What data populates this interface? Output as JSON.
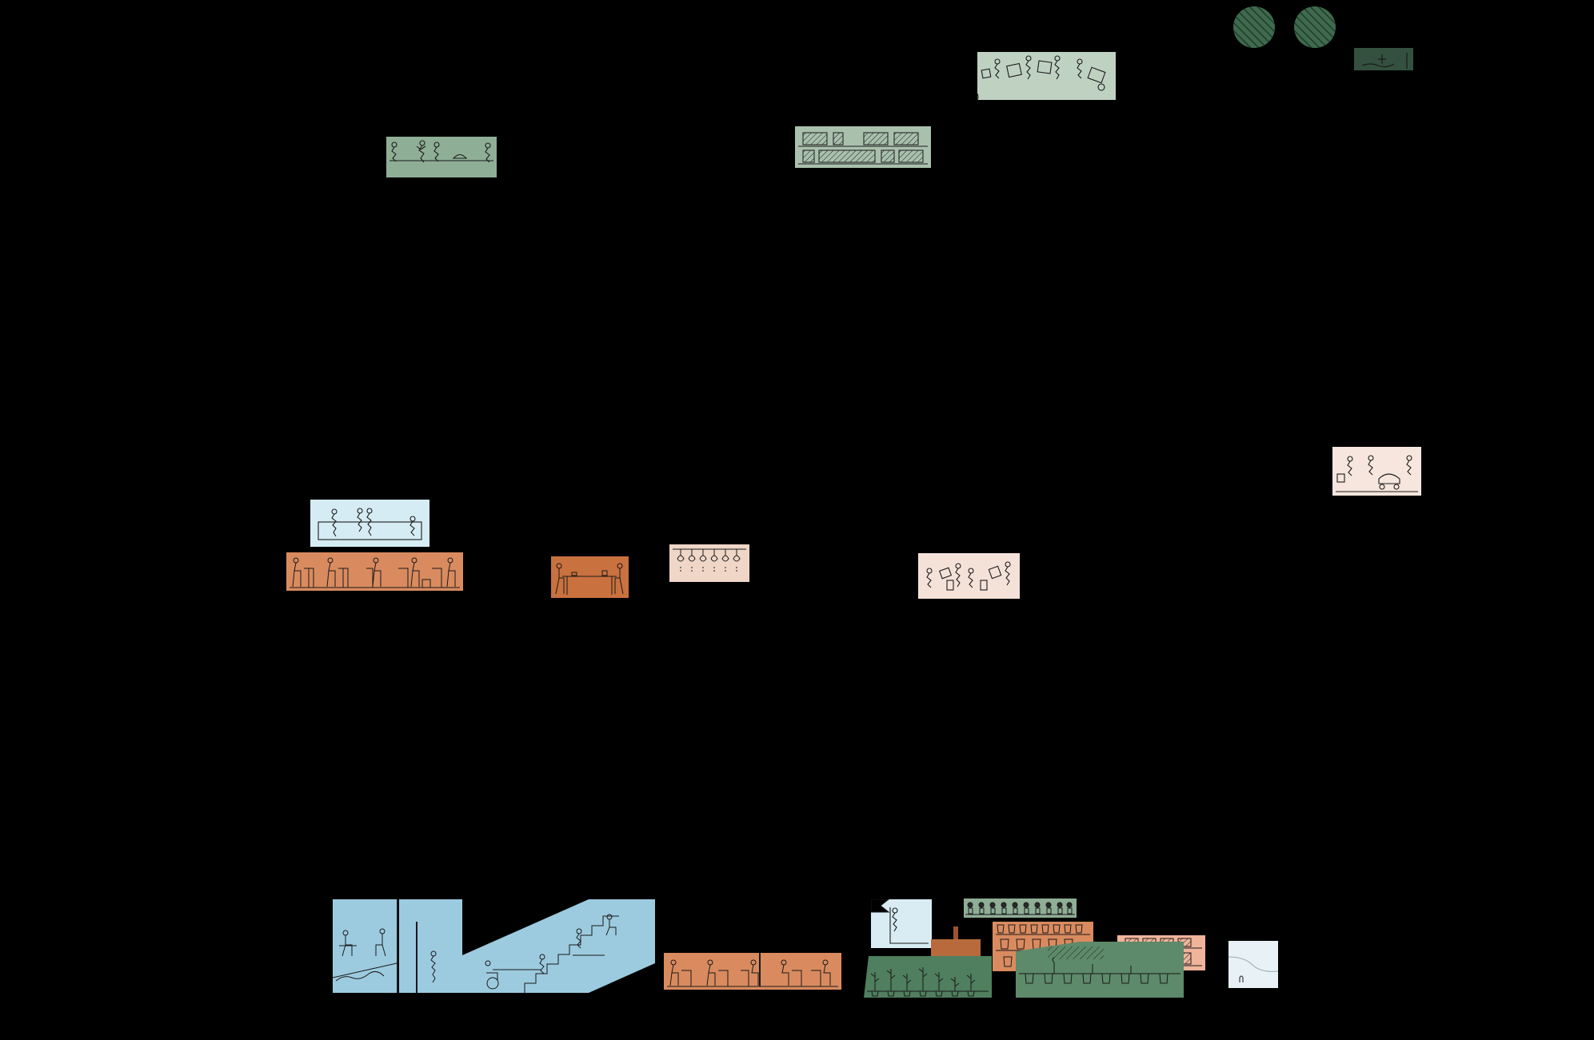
{
  "palette": {
    "background": "#000000",
    "sage": "#8fae96",
    "sage_light": "#a9c0ad",
    "deep_green": "#3f6a4d",
    "dark_green": "#34513f",
    "pale_blue": "#cfe6ef",
    "sky_blue": "#9ccbdf",
    "terracotta": "#d98b5f",
    "rust": "#c9713f",
    "peach": "#efd6c7",
    "blush": "#f6e4da",
    "ice": "#e8f2f6",
    "ink": "#1a1a1a"
  },
  "legend_icons": [
    {
      "name": "hatched-circle-icon-1",
      "color": "#3f6a4d"
    },
    {
      "name": "hatched-circle-icon-2",
      "color": "#3f6a4d"
    },
    {
      "name": "dark-swatch-icon",
      "color": "#34513f"
    }
  ],
  "vignettes": [
    {
      "name": "sage-market-vignette",
      "color": "#8fae96",
      "icons": [
        "person-figure-icon",
        "person-figure-icon",
        "person-figure-icon",
        "bowl-icon",
        "person-figure-icon"
      ]
    },
    {
      "name": "sage-shelving-vignette",
      "color": "#a9c0ad",
      "icons": [
        "hatched-crate-icon"
      ]
    },
    {
      "name": "sage-moving-boxes-vignette",
      "color": "#bfd2c2",
      "icons": [
        "box-icon",
        "person-figure-icon",
        "cart-icon"
      ]
    },
    {
      "name": "pale-blue-counter-vignette",
      "color": "#d6ecf4",
      "icons": [
        "person-figure-icon",
        "counter-icon"
      ]
    },
    {
      "name": "terracotta-classroom-vignette",
      "color": "#d98b5f",
      "icons": [
        "seated-person-icon",
        "desk-icon"
      ]
    },
    {
      "name": "rust-meeting-vignette",
      "color": "#c9713f",
      "icons": [
        "seated-person-icon",
        "table-icon",
        "cup-icon"
      ]
    },
    {
      "name": "peach-hanging-vignette",
      "color": "#efd6c7",
      "icons": [
        "hanging-lamp-icon"
      ]
    },
    {
      "name": "blush-crafting-vignette",
      "color": "#f4e2d8",
      "icons": [
        "person-figure-icon",
        "box-icon"
      ]
    },
    {
      "name": "blush-cart-vignette",
      "color": "#f6e6dd",
      "icons": [
        "person-figure-icon",
        "cart-icon"
      ]
    },
    {
      "name": "blue-section-vignette",
      "color": "#9ccbdf",
      "icons": [
        "seated-person-icon",
        "stair-icon",
        "wheelchair-icon",
        "pillar-icon"
      ]
    },
    {
      "name": "terracotta-lower-vignette",
      "color": "#d98b5f",
      "icons": [
        "seated-person-icon",
        "desk-icon"
      ]
    },
    {
      "name": "ice-tall-vignette",
      "color": "#d9ecf3",
      "icons": [
        "flag-icon",
        "person-figure-icon"
      ]
    },
    {
      "name": "plant-shelf-vignette",
      "color": "#8fae96",
      "icons": [
        "plant-icon"
      ]
    },
    {
      "name": "brown-crate-vignette",
      "color": "#b86a3c",
      "icons": [
        "crate-icon"
      ]
    },
    {
      "name": "pots-rack-vignette",
      "color": "#d98b5f",
      "icons": [
        "pot-icon"
      ]
    },
    {
      "name": "salmon-shelf-vignette",
      "color": "#f0b49a",
      "icons": [
        "hatched-crate-icon"
      ]
    },
    {
      "name": "green-greenhouse-vignette",
      "color": "#4f7f5e",
      "icons": [
        "plant-icon",
        "pot-icon"
      ]
    },
    {
      "name": "green-planter-vignette",
      "color": "#5d8a6a",
      "icons": [
        "pot-icon",
        "plant-icon"
      ]
    },
    {
      "name": "ice-small-vignette",
      "color": "#e8f2f6",
      "icons": [
        "person-figure-icon"
      ]
    }
  ]
}
